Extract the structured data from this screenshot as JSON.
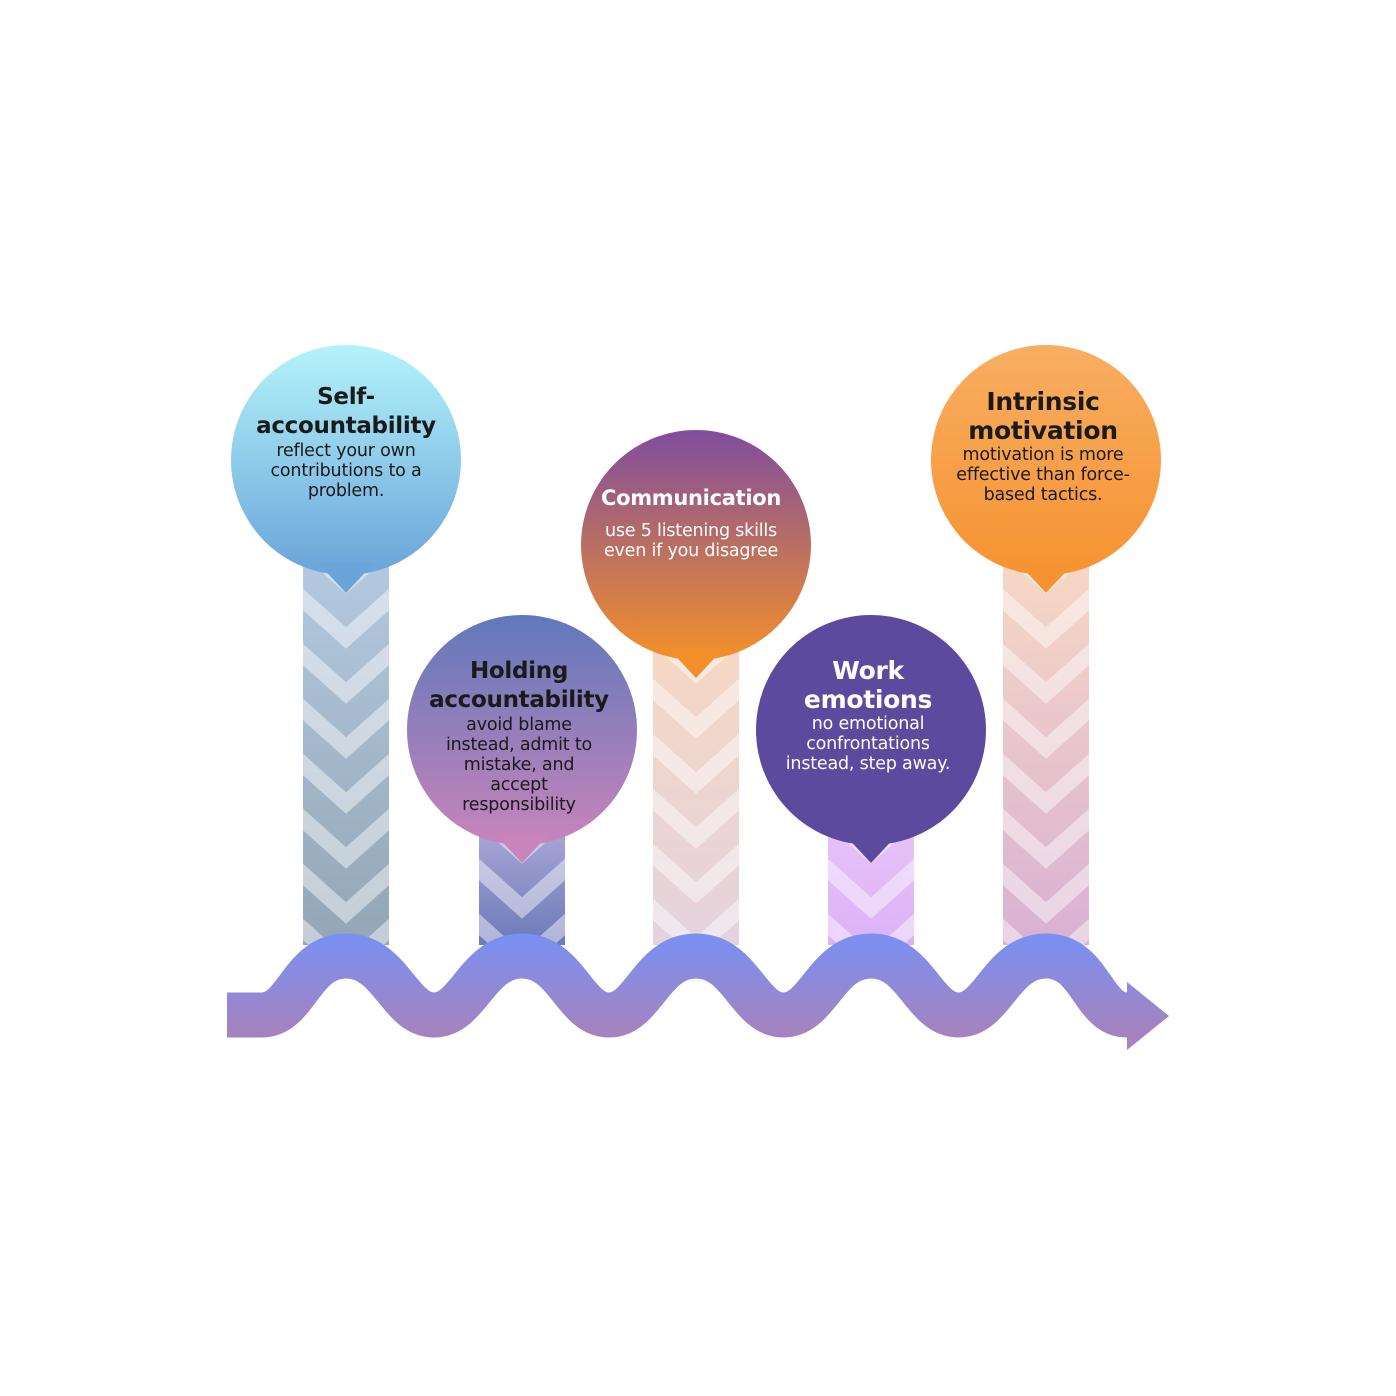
{
  "steps": [
    {
      "title": "Self-accountability",
      "title_lines": [
        "Self-",
        "accountability"
      ],
      "description": "reflect your own contributions to a problem.",
      "colors": [
        "#b4f3fa",
        "#6aa4d9"
      ],
      "pillar": [
        "#b4c9e0",
        "#94a6b5"
      ],
      "text_color": "#1a1a1a"
    },
    {
      "title": "Holding accountability",
      "title_lines": [
        "Holding",
        "accountability"
      ],
      "description": "avoid blame instead, admit to mistake, and accept responsibility",
      "colors": [
        "#6178bb",
        "#c884bb"
      ],
      "pillar": [
        "#a9a6d6",
        "#6c7ab8"
      ],
      "text_color": "#1a1a1a"
    },
    {
      "title": "Communication",
      "title_lines": [
        "Communication"
      ],
      "description": "use 5 listening skills even if  you disagree",
      "colors": [
        "#7f4d9e",
        "#f39029"
      ],
      "pillar": [
        "#f5d7c4",
        "#e3d3de"
      ],
      "text_color": "#ffffff"
    },
    {
      "title": "Work emotions",
      "title_lines": [
        "Work",
        "emotions"
      ],
      "description": "no emotional confrontations instead, step away.",
      "colors": [
        "#5b4a9d",
        "#5b4a9d"
      ],
      "pillar": [
        "#e6c2f8",
        "#dcb2f5"
      ],
      "text_color": "#ffffff"
    },
    {
      "title": "Intrinsic motivation",
      "title_lines": [
        "Intrinsic",
        "motivation"
      ],
      "description": "motivation is more effective than force-based tactics.",
      "colors": [
        "#f8ae62",
        "#f69331"
      ],
      "pillar": [
        "#f6d8c4",
        "#d8b1d3"
      ],
      "text_color": "#1a1a1a"
    }
  ],
  "wave_colors": [
    "#7990f3",
    "#a782bc"
  ]
}
